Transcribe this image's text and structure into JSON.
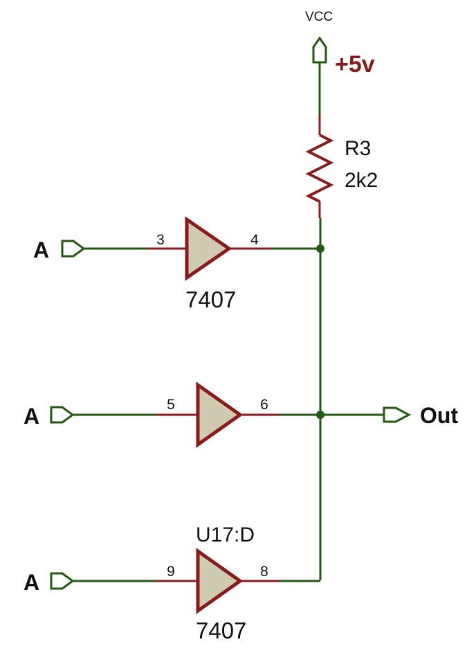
{
  "colors": {
    "wire": "#1f5a0f",
    "pin": "#8b1a1a",
    "gate_fill": "#cfcbb0",
    "gate_stroke": "#8b1a1a",
    "label_dark": "#111111",
    "supply_label": "#8b1a1a"
  },
  "supply": {
    "net_name": "VCC",
    "voltage_label": "+5v"
  },
  "resistor": {
    "ref": "R3",
    "value": "2k2"
  },
  "gates": [
    {
      "in_pin": "3",
      "out_pin": "4",
      "ref": "",
      "part": "7407"
    },
    {
      "in_pin": "5",
      "out_pin": "6",
      "ref": "",
      "part": ""
    },
    {
      "in_pin": "9",
      "out_pin": "8",
      "ref": "U17:D",
      "part": "7407"
    }
  ],
  "inputs": [
    {
      "label": "A",
      "icon": "input-terminal-icon"
    },
    {
      "label": "A",
      "icon": "input-terminal-icon"
    },
    {
      "label": "A",
      "icon": "input-terminal-icon"
    }
  ],
  "output": {
    "label": "Out",
    "icon": "output-terminal-icon"
  }
}
